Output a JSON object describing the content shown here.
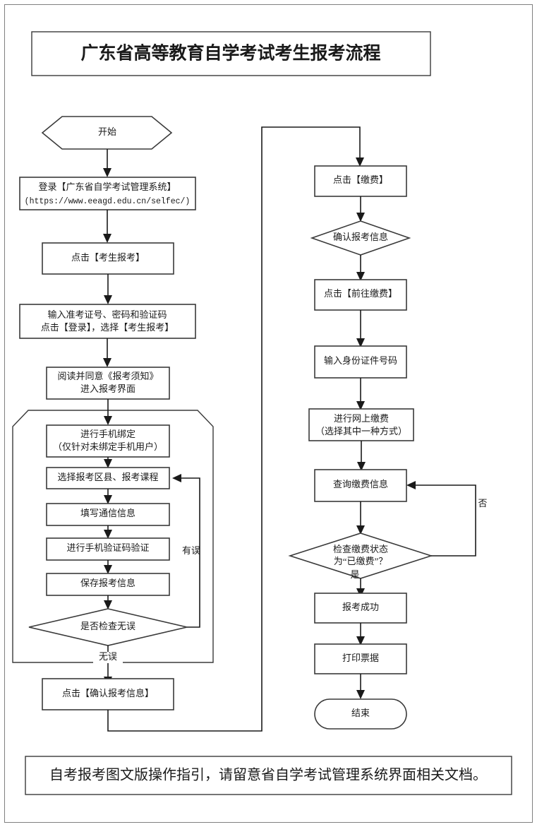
{
  "document": {
    "title": "广东省高等教育自学考试考生报考流程",
    "footer_note": "自考报考图文版操作指引，请留意省自学考试管理系统界面相关文档。",
    "page_border_color": "#808080",
    "node_stroke_color": "#3a3a3a",
    "connector_color": "#1a1a1a",
    "background_color": "#ffffff"
  },
  "chart_data": {
    "type": "diagram",
    "subtype": "flowchart",
    "title": "广东省高等教育自学考试考生报考流程",
    "orientation": "two-column, top-to-bottom, left column then right column",
    "nodes": [
      {
        "id": "start",
        "shape": "hexagon",
        "column": "left",
        "label": "开始"
      },
      {
        "id": "login",
        "shape": "rect",
        "column": "left",
        "label": "登录【广东省自学考试管理系统】",
        "label2": "(https://www.eeagd.edu.cn/selfec/)"
      },
      {
        "id": "click_baokao",
        "shape": "rect",
        "column": "left",
        "label": "点击【考生报考】"
      },
      {
        "id": "input_cred",
        "shape": "rect",
        "column": "left",
        "label": "输入准考证号、密码和验证码",
        "label2": "点击【登录】，选择【考生报考】"
      },
      {
        "id": "read_notice",
        "shape": "rect",
        "column": "left",
        "label": "阅读并同意《报考须知》",
        "label2": "进入报考界面"
      },
      {
        "id": "bind_phone",
        "shape": "rect",
        "column": "left",
        "label": "进行手机绑定",
        "label2": "（仅针对未绑定手机用户）"
      },
      {
        "id": "select_course",
        "shape": "rect",
        "column": "left",
        "label": "选择报考区县、报考课程"
      },
      {
        "id": "fill_contact",
        "shape": "rect",
        "column": "left",
        "label": "填写通信信息"
      },
      {
        "id": "verify_sms",
        "shape": "rect",
        "column": "left",
        "label": "进行手机验证码验证"
      },
      {
        "id": "save_info",
        "shape": "rect",
        "column": "left",
        "label": "保存报考信息"
      },
      {
        "id": "check_ok",
        "shape": "diamond",
        "column": "left",
        "label": "是否检查无误"
      },
      {
        "id": "confirm_info",
        "shape": "rect",
        "column": "left",
        "label": "点击【确认报考信息】"
      },
      {
        "id": "click_pay",
        "shape": "rect",
        "column": "right",
        "label": "点击【缴费】"
      },
      {
        "id": "confirm_exam",
        "shape": "diamond",
        "column": "right",
        "label": "确认报考信息"
      },
      {
        "id": "goto_pay",
        "shape": "rect",
        "column": "right",
        "label": "点击【前往缴费】"
      },
      {
        "id": "input_id",
        "shape": "rect",
        "column": "right",
        "label": "输入身份证件号码"
      },
      {
        "id": "online_pay",
        "shape": "rect",
        "column": "right",
        "label": "进行网上缴费",
        "label2": "（选择其中一种方式）"
      },
      {
        "id": "query_pay",
        "shape": "rect",
        "column": "right",
        "label": "查询缴费信息"
      },
      {
        "id": "check_paid",
        "shape": "diamond",
        "column": "right",
        "label": "检查缴费状态",
        "label2": "为“已缴费”？"
      },
      {
        "id": "success",
        "shape": "rect",
        "column": "right",
        "label": "报考成功"
      },
      {
        "id": "print_receipt",
        "shape": "rect",
        "column": "right",
        "label": "打印票据"
      },
      {
        "id": "end",
        "shape": "pill",
        "column": "right",
        "label": "结束"
      }
    ],
    "group_box": {
      "id": "registration-group",
      "style": "chamfered top corners",
      "contains": [
        "bind_phone",
        "select_course",
        "fill_contact",
        "verify_sms",
        "save_info",
        "check_ok"
      ]
    },
    "edge_labels": [
      {
        "id": "edge-error",
        "from": "check_ok",
        "to": "select_course",
        "label": "有误"
      },
      {
        "id": "edge-noerror",
        "from": "check_ok",
        "to": "confirm_info",
        "label": "无误"
      },
      {
        "id": "edge-no",
        "from": "check_paid",
        "to": "query_pay",
        "label": "否"
      },
      {
        "id": "edge-yes",
        "from": "check_paid",
        "to": "success",
        "label": "是"
      }
    ],
    "edges": [
      {
        "from": "start",
        "to": "login"
      },
      {
        "from": "login",
        "to": "click_baokao"
      },
      {
        "from": "click_baokao",
        "to": "input_cred"
      },
      {
        "from": "input_cred",
        "to": "read_notice"
      },
      {
        "from": "read_notice",
        "to": "bind_phone"
      },
      {
        "from": "bind_phone",
        "to": "select_course"
      },
      {
        "from": "select_course",
        "to": "fill_contact"
      },
      {
        "from": "fill_contact",
        "to": "verify_sms"
      },
      {
        "from": "verify_sms",
        "to": "save_info"
      },
      {
        "from": "save_info",
        "to": "check_ok"
      },
      {
        "from": "check_ok",
        "to": "select_course",
        "label": "有误"
      },
      {
        "from": "check_ok",
        "to": "confirm_info",
        "label": "无误"
      },
      {
        "from": "confirm_info",
        "to": "click_pay"
      },
      {
        "from": "click_pay",
        "to": "confirm_exam"
      },
      {
        "from": "confirm_exam",
        "to": "goto_pay"
      },
      {
        "from": "goto_pay",
        "to": "input_id"
      },
      {
        "from": "input_id",
        "to": "online_pay"
      },
      {
        "from": "online_pay",
        "to": "query_pay"
      },
      {
        "from": "query_pay",
        "to": "check_paid"
      },
      {
        "from": "check_paid",
        "to": "query_pay",
        "label": "否"
      },
      {
        "from": "check_paid",
        "to": "success",
        "label": "是"
      },
      {
        "from": "success",
        "to": "print_receipt"
      },
      {
        "from": "print_receipt",
        "to": "end"
      }
    ]
  }
}
